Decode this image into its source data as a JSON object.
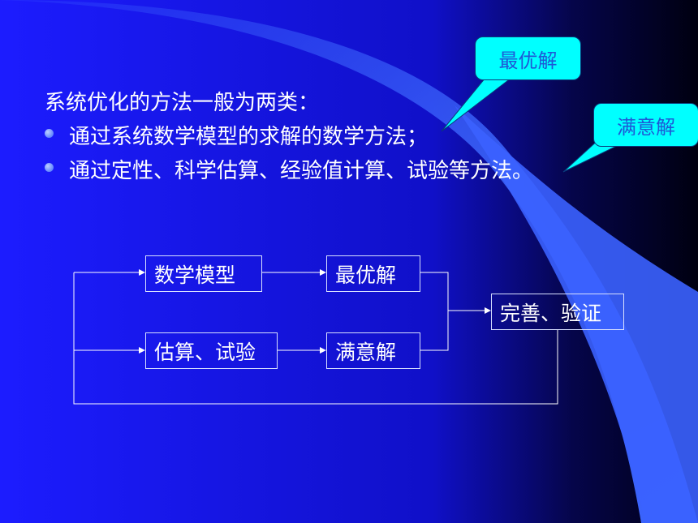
{
  "intro": "系统优化的方法一般为两类：",
  "bullets": [
    "通过系统数学模型的求解的数学方法；",
    "通过定性、科学估算、经验值计算、试验等方法。"
  ],
  "callouts": {
    "optimal": "最优解",
    "satisfactory": "满意解"
  },
  "flow": {
    "math_model": "数学模型",
    "optimal_solution": "最优解",
    "estimate_test": "估算、试验",
    "satisfactory_solution": "满意解",
    "improve_verify": "完善、验证"
  },
  "colors": {
    "background": "#1a1aff",
    "callout_fill": "#00ffff",
    "callout_text": "#1e58d6"
  }
}
